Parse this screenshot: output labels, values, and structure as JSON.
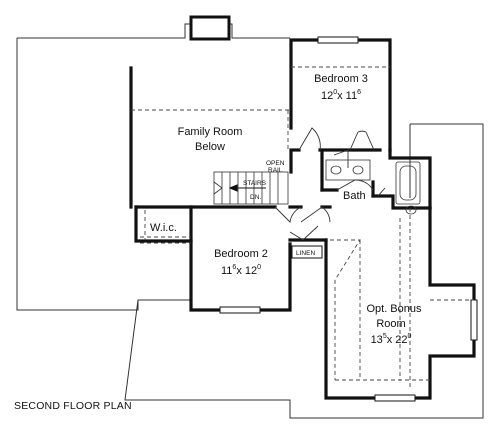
{
  "title": "SECOND FLOOR PLAN",
  "rooms": {
    "bedroom3": {
      "name": "Bedroom 3",
      "dim_w": "12",
      "dim_w_sup": "0",
      "dim_x": "x 11",
      "dim_h_sup": "6"
    },
    "family_room": {
      "line1": "Family Room",
      "line2": "Below"
    },
    "bath": {
      "name": "Bath"
    },
    "wic": {
      "name": "W.i.c."
    },
    "bedroom2": {
      "name": "Bedroom 2",
      "dim_w": "11",
      "dim_w_sup": "6",
      "dim_x": "x 12",
      "dim_h_sup": "0"
    },
    "linen": {
      "name": "LINEN"
    },
    "bonus": {
      "line1": "Opt. Bonus",
      "line2": "Room",
      "dim_w": "13",
      "dim_w_sup": "5",
      "dim_x": "x 22",
      "dim_h_sup": "0"
    }
  },
  "stairs": {
    "label": "STAIRS",
    "direction": "DN."
  },
  "open_rail": {
    "line1": "OPEN",
    "line2": "RAIL"
  }
}
